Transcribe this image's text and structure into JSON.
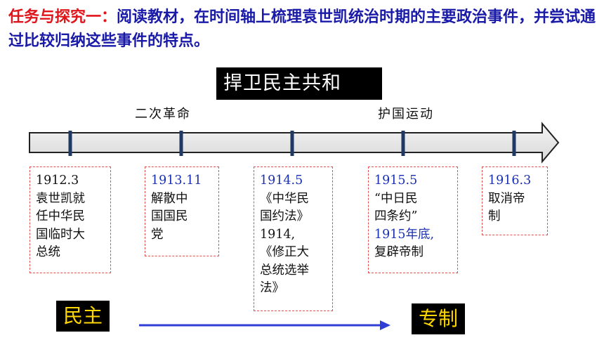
{
  "task": {
    "lead": "任务与探究一：",
    "text": "阅读教材，在时间轴上梳理袁世凯统治时期的主要政治事件，并尝试通过比较归纳这些事件的特点。"
  },
  "banner": "捍卫民主共和",
  "labels": {
    "second_revolution": "二次革命",
    "protect_nation": "护国运动"
  },
  "events": [
    {
      "date": "1912.3",
      "lines": [
        "袁世凯就",
        "任中华民",
        "国临时大",
        "总统"
      ]
    },
    {
      "date": "1913.11",
      "lines": [
        "解散中",
        "国国民",
        "党"
      ]
    },
    {
      "date": "1914.5",
      "lines": [
        "《中华民",
        "国约法》",
        "1914,",
        "《修正大",
        "总统选举",
        "法》"
      ]
    },
    {
      "date": "1915.5",
      "lines": [
        "“中日民",
        "四条约”"
      ],
      "date2": "1915年底,",
      "lines2": [
        "复辟帝制"
      ]
    },
    {
      "date": "1916.3",
      "lines": [
        "取消帝",
        "制"
      ]
    }
  ],
  "endpoints": {
    "start": "民主",
    "end": "专制"
  },
  "colors": {
    "title_blue": "#1a1aa8",
    "title_red": "#e0151b",
    "date_blue": "#1a2fb0",
    "tick_navy": "#1f3864",
    "arrow_blue": "#2f3fd6",
    "endpoint_text": "#ffd800"
  }
}
